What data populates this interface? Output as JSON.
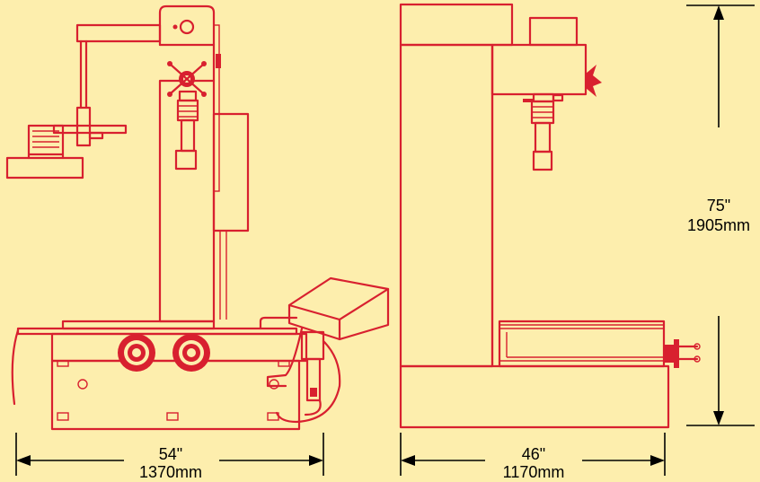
{
  "dimensions": {
    "width_left": {
      "inches": "54\"",
      "mm": "1370mm"
    },
    "width_right": {
      "inches": "46\"",
      "mm": "1170mm"
    },
    "height": {
      "inches": "75\"",
      "mm": "1905mm"
    }
  },
  "colors": {
    "background": "#fdeead",
    "line": "#d8202f",
    "dimension": "#000000"
  }
}
